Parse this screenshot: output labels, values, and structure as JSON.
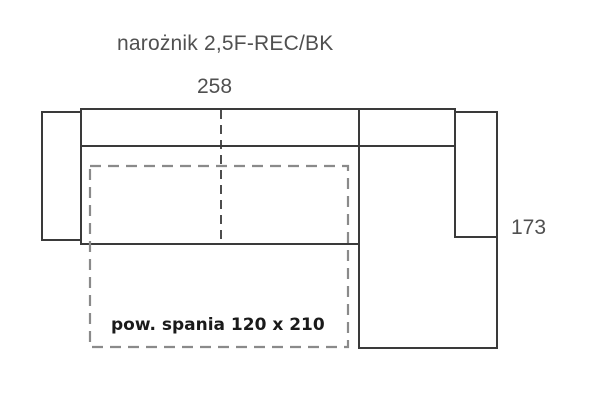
{
  "title": "narożnik 2,5F-REC/BK",
  "dimensions": {
    "width": "258",
    "depth": "173"
  },
  "sleeping_area_label": "pow. spania 120 x 210",
  "colors": {
    "outline": "#3a3a3a",
    "dashed": "#8a8a8a",
    "text": "#505050",
    "label": "#1a1a1a"
  }
}
